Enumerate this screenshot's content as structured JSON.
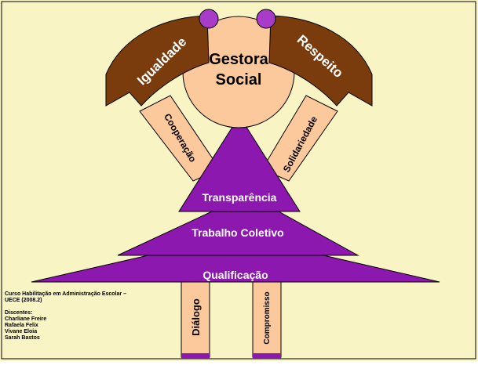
{
  "colors": {
    "frame": "#f8f4c4",
    "skin": "#fcc99c",
    "hair": "#7a3c0c",
    "bow": "#a83cc8",
    "pyramid": "#8c18b0",
    "label_white": "#ffffff"
  },
  "diagram": {
    "head": "Gestora Social",
    "hair_left": "Igualdade",
    "hair_right": "Respeito",
    "arm_left": "Cooperação",
    "arm_right": "Solidariedade",
    "tier_top": "Transparência",
    "tier_middle": "Trabalho Coletivo",
    "tier_bottom": "Qualificação",
    "leg_left": "Diálogo",
    "leg_right": "Compromisso"
  },
  "credits": {
    "course_line1": "Curso Habilitação em Administração Escolar –",
    "course_line2": "UECE (2008.2)",
    "students_label": "Discentes:",
    "students": [
      "Charliane Freire",
      "Rafaela Felix",
      "Vivane Eloia",
      "Sarah Bastos"
    ]
  }
}
